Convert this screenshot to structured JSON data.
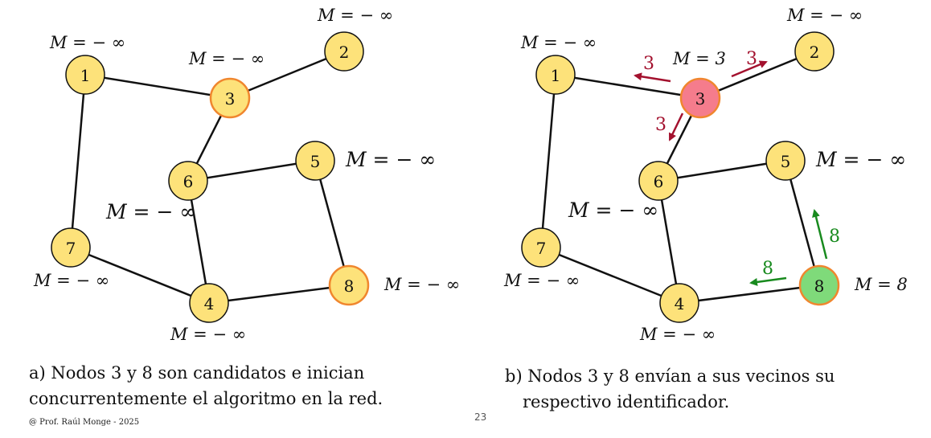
{
  "colors": {
    "node_fill": "#FDE27A",
    "node_stroke": "#111111",
    "candidate_stroke": "#F0862E",
    "active_pink": "#F57C8C",
    "active_green": "#7FDA7A",
    "arrow_red": "#A3112E",
    "arrow_green": "#188A1E"
  },
  "minus_inf": "M = − ∞",
  "m_equals_3": "M = 3",
  "m_equals_8": "M = 8",
  "left": {
    "nodes": [
      {
        "id": "1",
        "label": "1"
      },
      {
        "id": "2",
        "label": "2"
      },
      {
        "id": "3",
        "label": "3"
      },
      {
        "id": "4",
        "label": "4"
      },
      {
        "id": "5",
        "label": "5"
      },
      {
        "id": "6",
        "label": "6"
      },
      {
        "id": "7",
        "label": "7"
      },
      {
        "id": "8",
        "label": "8"
      }
    ],
    "caption_line1": "a) Nodos 3 y 8 son candidatos e inician",
    "caption_line2": "concurrentemente el algoritmo en la red."
  },
  "right": {
    "nodes": [
      {
        "id": "1",
        "label": "1"
      },
      {
        "id": "2",
        "label": "2"
      },
      {
        "id": "3",
        "label": "3"
      },
      {
        "id": "4",
        "label": "4"
      },
      {
        "id": "5",
        "label": "5"
      },
      {
        "id": "6",
        "label": "6"
      },
      {
        "id": "7",
        "label": "7"
      },
      {
        "id": "8",
        "label": "8"
      }
    ],
    "messages": {
      "from3": "3",
      "from8": "8"
    },
    "caption_line1": "b) Nodos 3 y 8 envían a sus vecinos su",
    "caption_line2": "respectivo identificador."
  },
  "edges": [
    [
      "1",
      "3"
    ],
    [
      "1",
      "7"
    ],
    [
      "3",
      "2"
    ],
    [
      "3",
      "6"
    ],
    [
      "6",
      "5"
    ],
    [
      "6",
      "4"
    ],
    [
      "7",
      "4"
    ],
    [
      "4",
      "8"
    ],
    [
      "5",
      "8"
    ]
  ],
  "footer": "@ Prof. Raúl Monge - 2025",
  "page_number": "23"
}
